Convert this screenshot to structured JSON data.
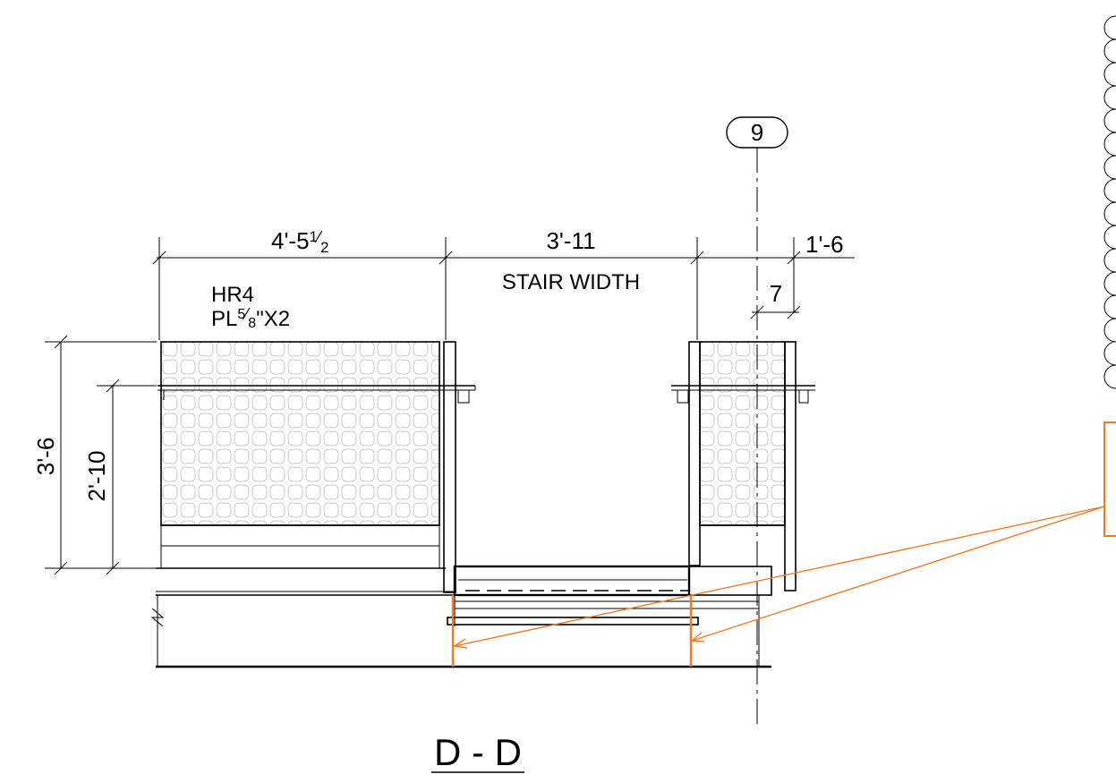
{
  "drawing": {
    "section_title": "D - D",
    "grid_bubble": "9",
    "labels": {
      "rail_mark": "HR4",
      "plate_prefix": "PL",
      "plate_num": "5",
      "plate_den": "8",
      "plate_suffix": "\"X2",
      "stair_width_note": "STAIR WIDTH"
    },
    "dimensions": {
      "left_run_main": "4'-5",
      "left_run_num": "1",
      "left_run_den": "2",
      "stair_width": "3'-11",
      "right_overhang": "1'-6",
      "right_offset": "7",
      "overall_height": "3'-6",
      "handrail_height": "2'-10"
    },
    "colors": {
      "linework": "#000000",
      "callout": "#f47a20",
      "mesh": "#c8c8c8"
    }
  }
}
